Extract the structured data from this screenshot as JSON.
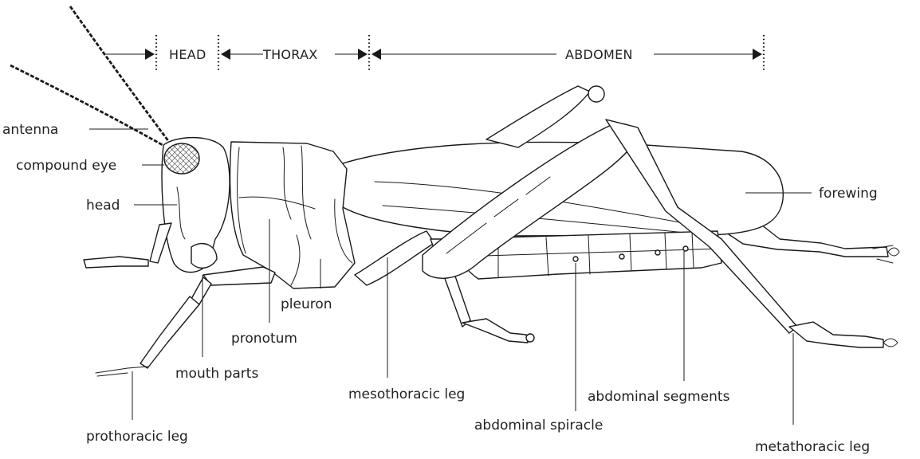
{
  "segments": {
    "head": "HEAD",
    "thorax": "THORAX",
    "abdomen": "ABDOMEN"
  },
  "labels": {
    "antenna": "antenna",
    "compound_eye": "compound eye",
    "head": "head",
    "pronotum": "pronotum",
    "pleuron": "pleuron",
    "mouth_parts": "mouth parts",
    "prothoracic_leg": "prothoracic leg",
    "mesothoracic_leg": "mesothoracic leg",
    "abdominal_spiracle": "abdominal spiracle",
    "abdominal_segments": "abdominal segments",
    "metathoracic_leg": "metathoracic leg",
    "forewing": "forewing"
  }
}
